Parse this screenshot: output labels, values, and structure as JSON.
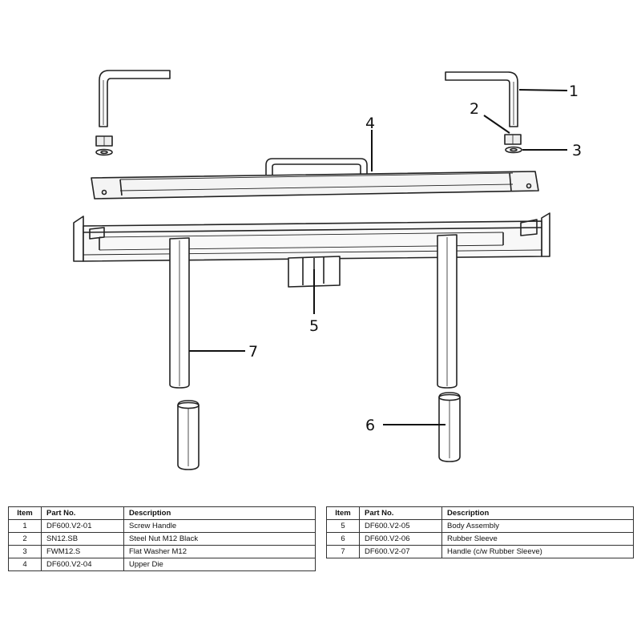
{
  "callouts": [
    "1",
    "2",
    "3",
    "4",
    "5",
    "6",
    "7"
  ],
  "parts_table": {
    "headers": {
      "item": "Item",
      "part_no": "Part No.",
      "description": "Description"
    },
    "left_rows": [
      {
        "item": "1",
        "part_no": "DF600.V2-01",
        "description": "Screw Handle"
      },
      {
        "item": "2",
        "part_no": "SN12.SB",
        "description": "Steel Nut M12 Black"
      },
      {
        "item": "3",
        "part_no": "FWM12.S",
        "description": "Flat Washer M12"
      },
      {
        "item": "4",
        "part_no": "DF600.V2-04",
        "description": "Upper Die"
      }
    ],
    "right_rows": [
      {
        "item": "5",
        "part_no": "DF600.V2-05",
        "description": "Body Assembly"
      },
      {
        "item": "6",
        "part_no": "DF600.V2-06",
        "description": "Rubber Sleeve"
      },
      {
        "item": "7",
        "part_no": "DF600.V2-07",
        "description": "Handle (c/w Rubber Sleeve)"
      }
    ]
  }
}
